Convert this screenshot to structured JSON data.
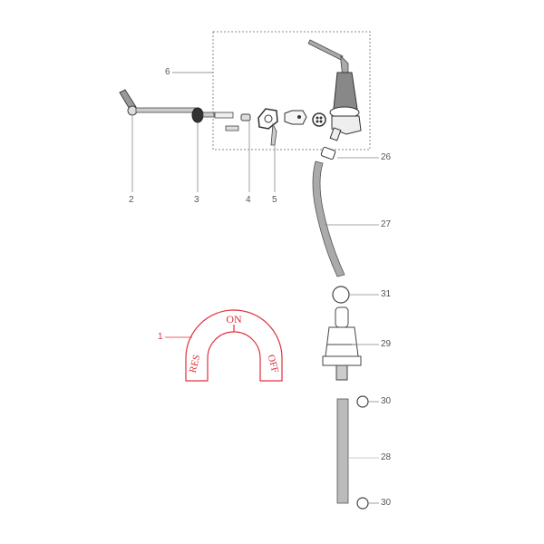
{
  "diagram": {
    "type": "exploded-parts-diagram",
    "subject": "fuel tap assembly",
    "callouts": [
      {
        "id": "1",
        "label": "1",
        "part": "fuel-tap-selector-plate"
      },
      {
        "id": "2",
        "label": "2",
        "part": "control-lever"
      },
      {
        "id": "3",
        "label": "3",
        "part": "grommet"
      },
      {
        "id": "4",
        "label": "4",
        "part": "nut"
      },
      {
        "id": "5",
        "label": "5",
        "part": "clip"
      },
      {
        "id": "6",
        "label": "6",
        "part": "fuel-tap-assembly"
      },
      {
        "id": "26",
        "label": "26",
        "part": "sleeve"
      },
      {
        "id": "27",
        "label": "27",
        "part": "fuel-hose"
      },
      {
        "id": "31",
        "label": "31",
        "part": "hose-clamp"
      },
      {
        "id": "29",
        "label": "29",
        "part": "fuel-filter"
      },
      {
        "id": "30a",
        "label": "30",
        "part": "hose-clamp-upper"
      },
      {
        "id": "28",
        "label": "28",
        "part": "fuel-hose-lower"
      },
      {
        "id": "30b",
        "label": "30",
        "part": "hose-clamp-lower"
      }
    ],
    "selector_plate": {
      "positions": [
        "RES",
        "ON",
        "OFF"
      ],
      "color": "#e0303c"
    },
    "colors": {
      "line": "#555555",
      "part_fill": "#bdbdbd",
      "accent_red": "#e0303c"
    }
  }
}
